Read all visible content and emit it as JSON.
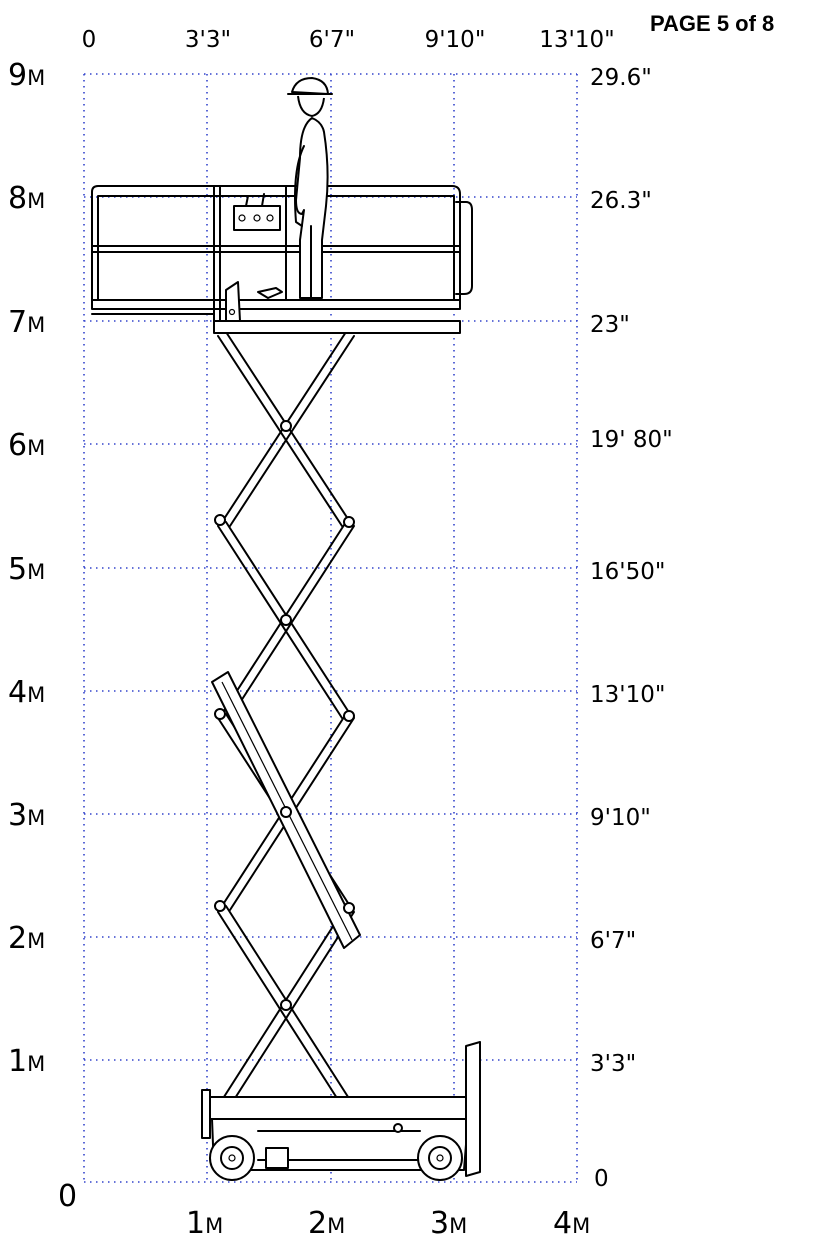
{
  "header": {
    "page_label": "PAGE 5 of 8"
  },
  "axes": {
    "top_labels": [
      "0",
      "3'3\"",
      "6'7\"",
      "9'10\"",
      "13'10\""
    ],
    "bottom_labels": [
      {
        "num": "1",
        "unit": "M"
      },
      {
        "num": "2",
        "unit": "M"
      },
      {
        "num": "3",
        "unit": "M"
      },
      {
        "num": "4",
        "unit": "M"
      }
    ],
    "origin_label": "0",
    "left_labels": [
      {
        "num": "9",
        "unit": "M"
      },
      {
        "num": "8",
        "unit": "M"
      },
      {
        "num": "7",
        "unit": "M"
      },
      {
        "num": "6",
        "unit": "M"
      },
      {
        "num": "5",
        "unit": "M"
      },
      {
        "num": "4",
        "unit": "M"
      },
      {
        "num": "3",
        "unit": "M"
      },
      {
        "num": "2",
        "unit": "M"
      },
      {
        "num": "1",
        "unit": "M"
      }
    ],
    "right_labels": [
      "29.6\"",
      "26.3\"",
      "23\"",
      "19' 80\"",
      "16'50\"",
      "13'10\"",
      "9'10\"",
      "6'7\"",
      "3'3\"",
      "0"
    ]
  },
  "colors": {
    "grid": "#3344cc",
    "line": "#000000",
    "background": "#ffffff"
  }
}
